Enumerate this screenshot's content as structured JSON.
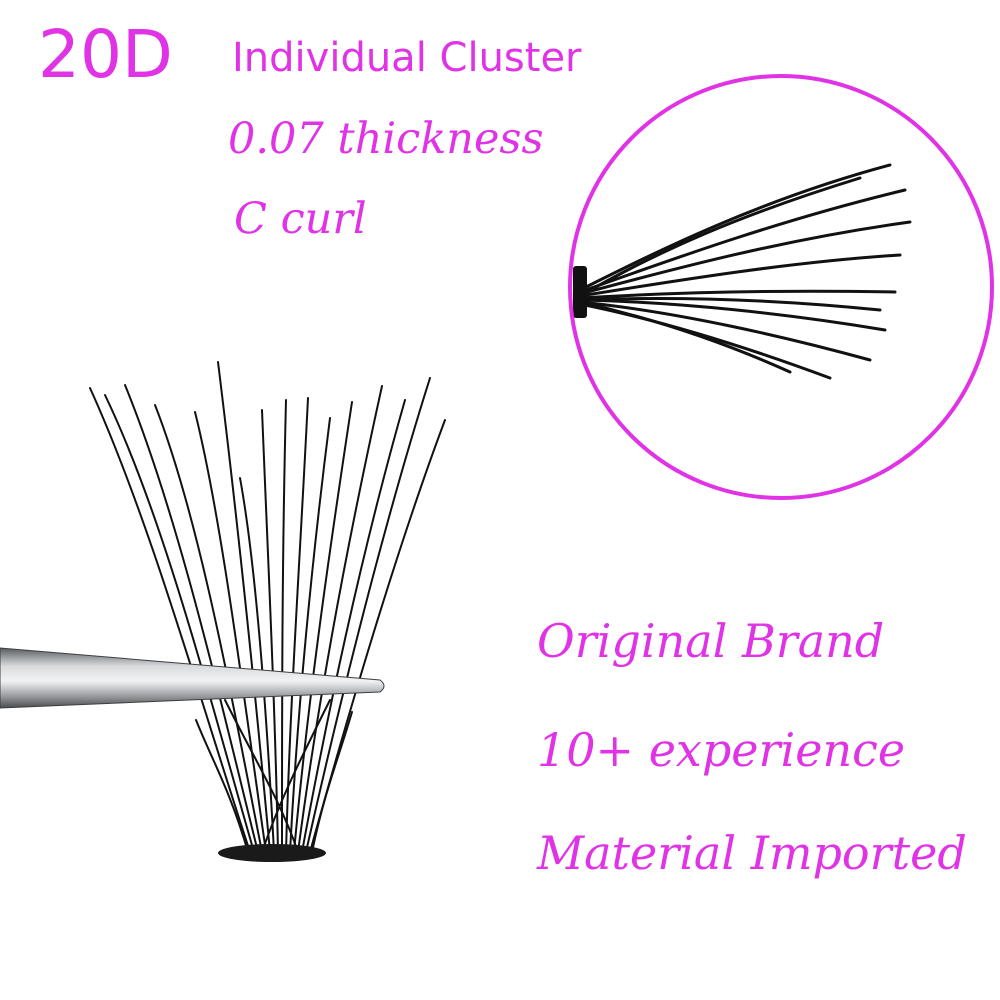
{
  "colors": {
    "accent": "#e033e6",
    "lash": "#111111",
    "background": "#ffffff",
    "tweezer": "#8a8d90"
  },
  "product": {
    "density": "20D",
    "type": "Individual Cluster",
    "thickness": "0.07 thickness",
    "curl": "C curl"
  },
  "features": {
    "brand": "Original Brand",
    "experience": "10+ experience",
    "material": "Material Imported"
  }
}
